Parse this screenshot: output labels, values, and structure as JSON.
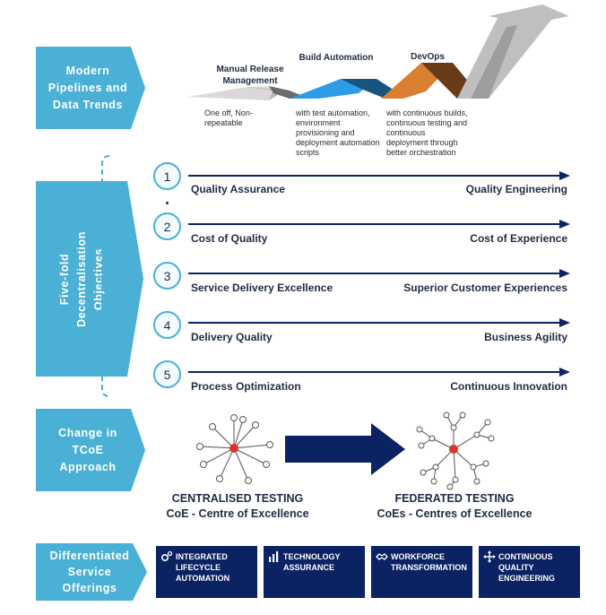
{
  "sections": {
    "pipelines": "Modern Pipelines and Data Trends",
    "objectives": "Five-fold Decentralisation Objectives",
    "change": "Change in TCoE Approach",
    "offerings": "Differentiated Service Offerings"
  },
  "stages": [
    {
      "title": "Manual Release Management",
      "desc": "One off, Non-repeatable",
      "color": "#d6d6d6"
    },
    {
      "title": "Build Automation",
      "desc": "with test automation, environment provisioning and deployment automation scripts",
      "color": "#2e9be6"
    },
    {
      "title": "DevOps",
      "desc": "with continuous builds, continuous testing and continuous deployment through better orchestration",
      "color": "#d97f2f"
    }
  ],
  "objectives": [
    {
      "num": "1",
      "from": "Quality Assurance",
      "to": "Quality Engineering"
    },
    {
      "num": "2",
      "from": "Cost of Quality",
      "to": "Cost of Experience"
    },
    {
      "num": "3",
      "from": "Service Delivery Excellence",
      "to": "Superior Customer Experiences"
    },
    {
      "num": "4",
      "from": "Delivery Quality",
      "to": "Business Agility"
    },
    {
      "num": "5",
      "from": "Process Optimization",
      "to": "Continuous Innovation"
    }
  ],
  "approach": {
    "left_title": "CENTRALISED TESTING",
    "left_sub": "CoE - Centre of Excellence",
    "right_title": "FEDERATED TESTING",
    "right_sub": "CoEs - Centres of Excellence"
  },
  "offerings": [
    {
      "label": "INTEGRATED LIFECYCLE AUTOMATION",
      "icon": "gears-icon"
    },
    {
      "label": "TECHNOLOGY ASSURANCE",
      "icon": "chart-icon"
    },
    {
      "label": "WORKFORCE TRANSFORMATION",
      "icon": "handshake-icon"
    },
    {
      "label": "CONTINUOUS QUALITY ENGINEERING",
      "icon": "move-arrows-icon"
    }
  ],
  "colors": {
    "tab": "#4ab0d5",
    "navy": "#0b2263",
    "arrow_line": "#0b2263",
    "node_center": "#d8362a"
  }
}
